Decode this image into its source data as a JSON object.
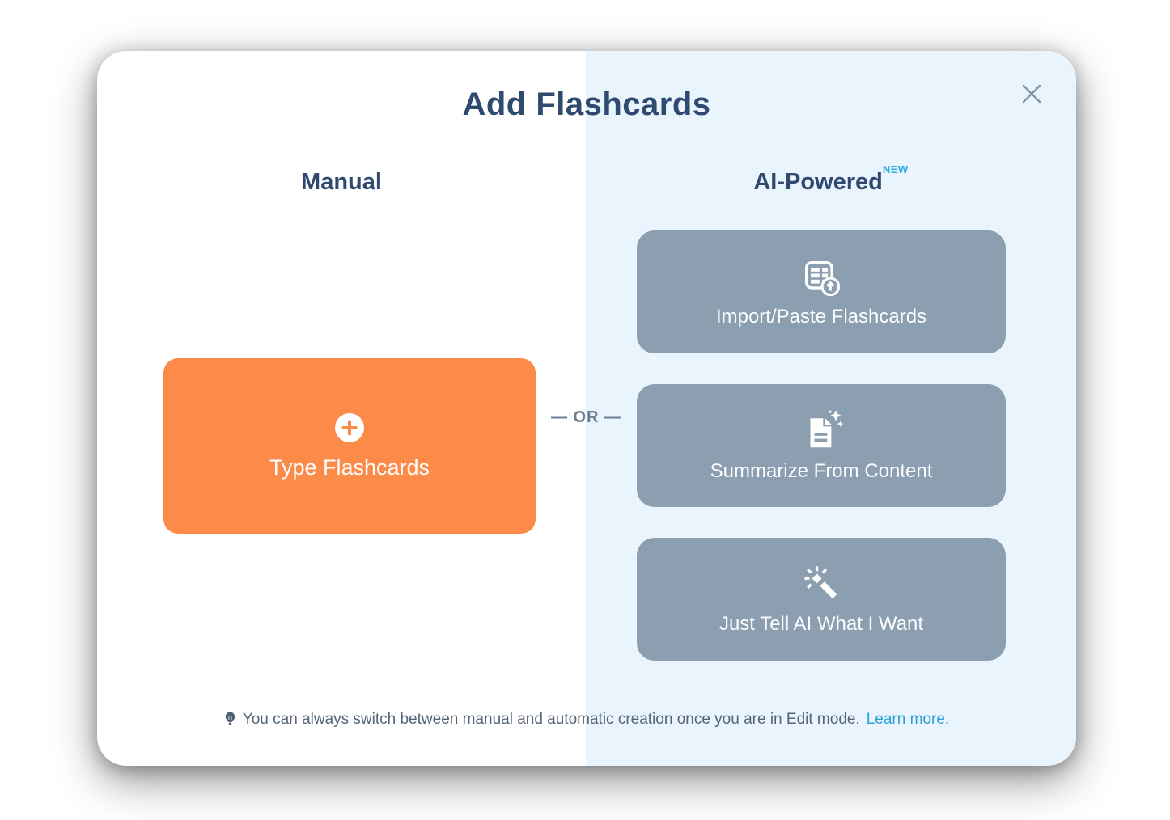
{
  "modal": {
    "title": "Add Flashcards"
  },
  "manual_section": {
    "header": "Manual",
    "type_button_label": "Type Flashcards"
  },
  "ai_section": {
    "header": "AI-Powered",
    "badge": "NEW",
    "buttons": [
      {
        "label": "Import/Paste Flashcards",
        "icon": "table-upload-icon"
      },
      {
        "label": "Summarize From Content",
        "icon": "document-sparkle-icon"
      },
      {
        "label": "Just Tell AI What I Want",
        "icon": "magic-wand-icon"
      }
    ]
  },
  "divider": {
    "label": "— OR —"
  },
  "footer": {
    "tip_text": "You can always switch between manual and automatic creation once you are in Edit mode.",
    "link_label": "Learn more."
  },
  "colors": {
    "accent_orange": "#fc8a48",
    "ai_button_gray": "#8b9fb0",
    "panel_blue": "#e9f4fc",
    "title_navy": "#2e4a6e",
    "new_badge_blue": "#33aee5",
    "link_blue": "#2ba0d8"
  }
}
